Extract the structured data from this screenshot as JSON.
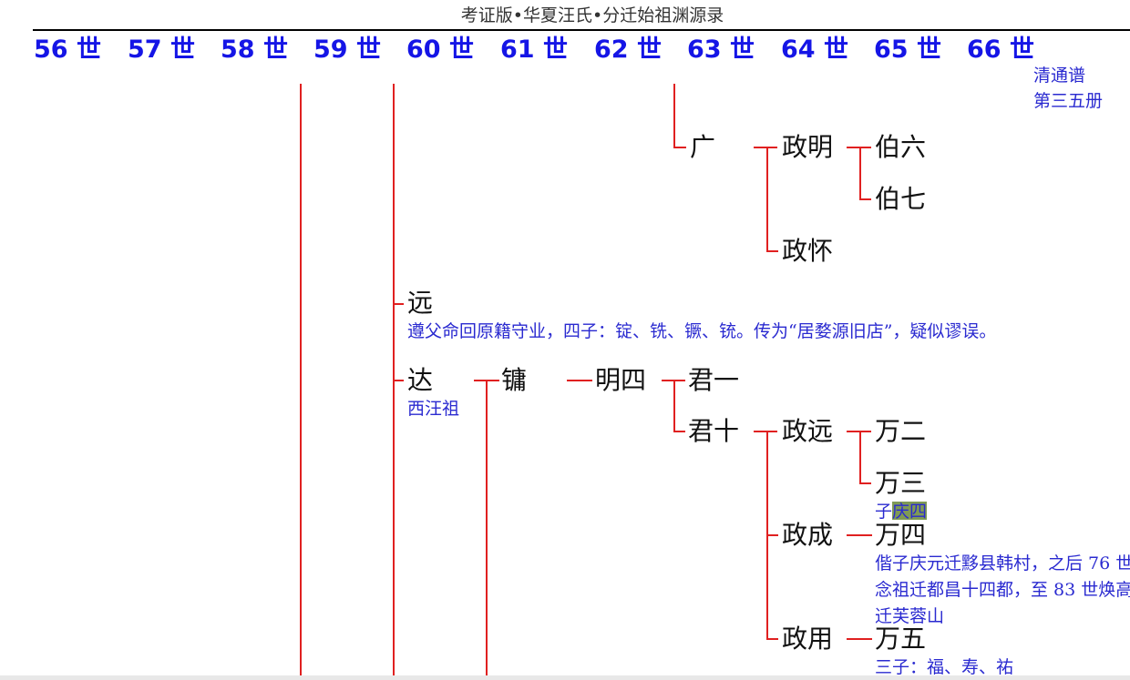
{
  "title": "考证版•华夏汪氏•分迁始祖渊源录",
  "generations": [
    "56 世",
    "57 世",
    "58 世",
    "59 世",
    "60 世",
    "61 世",
    "62 世",
    "63 世",
    "64 世",
    "65 世",
    "66 世"
  ],
  "book_ref": [
    "清通谱",
    "第三五册"
  ],
  "persons": {
    "guang": "广",
    "zhengming": "政明",
    "boliu": "伯六",
    "boqi": "伯七",
    "zhenghuai": "政怀",
    "yuan": "远",
    "da": "达",
    "yong": "镛",
    "mingsi": "明四",
    "junyi": "君一",
    "junshi": "君十",
    "zhengyuan": "政远",
    "wanner": "万二",
    "wansan": "万三",
    "zhengcheng": "政成",
    "wansi": "万四",
    "zhengyong": "政用",
    "wanwu": "万五"
  },
  "notes": {
    "yuan": "遵父命回原籍守业，四子：锭、铣、镢、铳。传为“居婺源旧店”，疑似谬误。",
    "da": "西汪祖",
    "wansan_prefix": "子",
    "wansan_child": "庆四",
    "wansi_1": "偕子庆元迁黟县韩村，之后 76 世",
    "wansi_2": "念祖迁都昌十四都，至 83 世焕高",
    "wansi_3": "迁芙蓉山",
    "wanwu": "三子：福、寿、祐"
  },
  "colors": {
    "generation_header": "#1515e6",
    "note_text": "#2a2ad0",
    "connector_lines": "#e02020",
    "highlight": "#7f9a55"
  }
}
